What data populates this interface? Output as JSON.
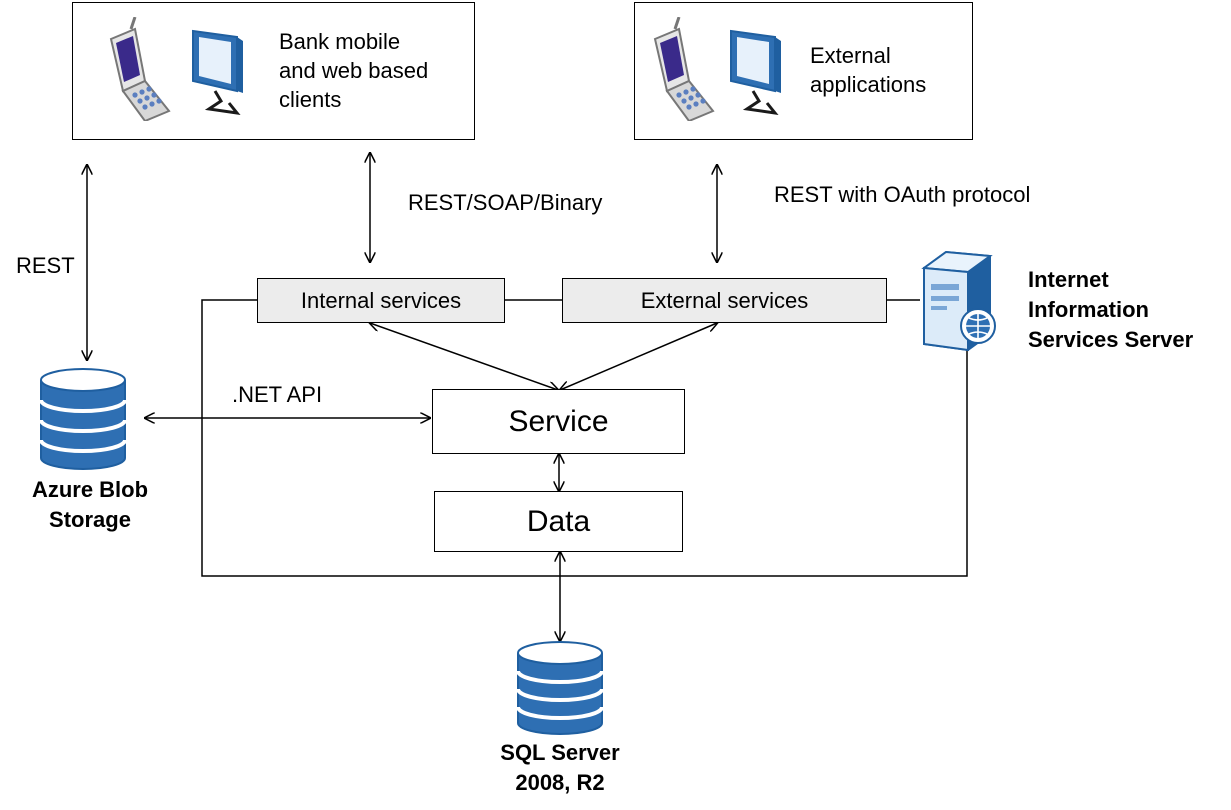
{
  "clients": {
    "bank": {
      "line1": "Bank mobile",
      "line2": "and web based",
      "line3": "clients"
    },
    "external": {
      "line1": "External",
      "line2": "applications"
    }
  },
  "protocols": {
    "rest": "REST",
    "rest_soap_binary": "REST/SOAP/Binary",
    "rest_oauth": "REST with OAuth protocol",
    "net_api": ".NET API"
  },
  "services": {
    "internal": "Internal services",
    "external": "External services",
    "service": "Service",
    "data": "Data"
  },
  "iis": {
    "line1": "Internet",
    "line2": "Information",
    "line3": "Services Server"
  },
  "azure": {
    "line1": "Azure Blob",
    "line2": "Storage"
  },
  "sql": {
    "line1": "SQL Server",
    "line2": "2008, R2"
  },
  "icons": [
    "mobile-phone-icon",
    "monitor-icon",
    "server-icon",
    "database-icon"
  ],
  "colors": {
    "service_fill": "#ececec",
    "icon_blue": "#1f5fa0",
    "icon_light_blue": "#cfe3f7",
    "screen_purple": "#3a2a8a"
  }
}
